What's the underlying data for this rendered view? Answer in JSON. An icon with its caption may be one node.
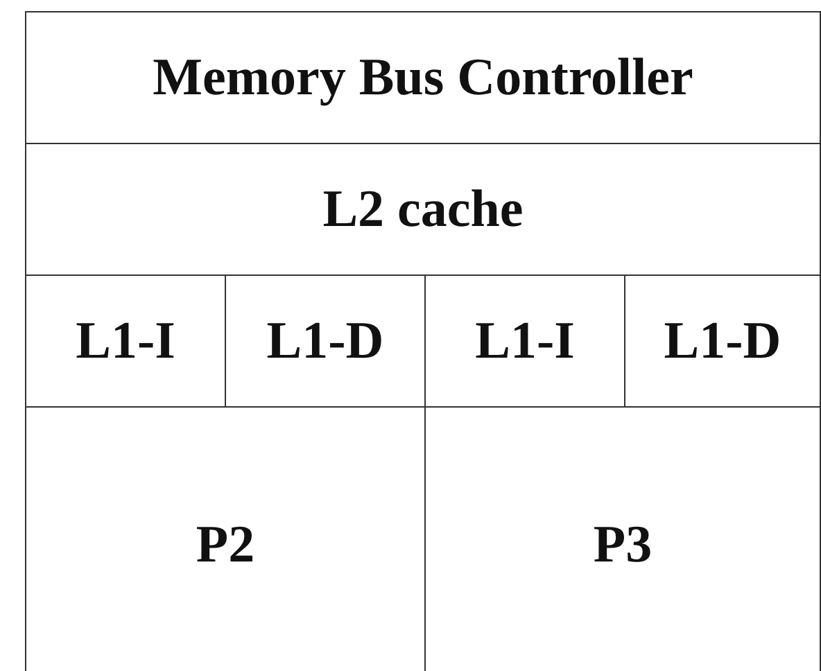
{
  "diagram": {
    "nodes": [
      {
        "text": [
          "Memory Bus Controller"
        ]
      },
      {
        "text": [
          "L2 cache"
        ]
      },
      {
        "text": [
          "L1-I"
        ]
      },
      {
        "text": [
          "L1-D"
        ]
      },
      {
        "text": [
          "L1-I"
        ]
      },
      {
        "text": [
          "L1-D"
        ]
      },
      {
        "text": [
          "P2"
        ]
      },
      {
        "text": [
          "P3"
        ]
      }
    ]
  }
}
